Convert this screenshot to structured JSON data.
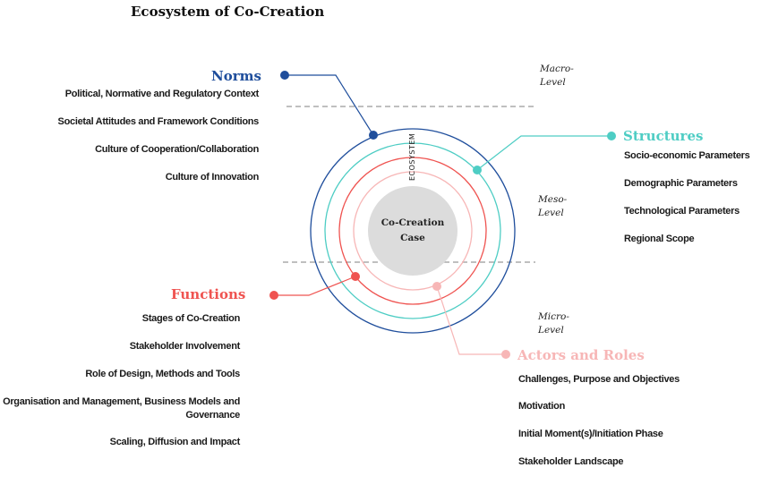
{
  "title": "Ecosystem of Co-Creation",
  "center": {
    "line1": "Co-Creation",
    "line2": "Case"
  },
  "ring_label": "ECOSYSTEM",
  "levels": {
    "macro": {
      "line1": "Macro-",
      "line2": "Level"
    },
    "meso": {
      "line1": "Meso-",
      "line2": "Level"
    },
    "micro": {
      "line1": "Micro-",
      "line2": "Level"
    }
  },
  "colors": {
    "norms": "#1f4e9c",
    "structures": "#4ecdc4",
    "functions": "#ef5350",
    "actors": "#f7b6b6",
    "case_fill": "#dcdcdc",
    "divider": "#999999"
  },
  "categories": {
    "norms": {
      "heading": "Norms",
      "items": [
        "Political, Normative and Regulatory Context",
        "Societal Attitudes and Framework Conditions",
        "Culture of Cooperation/Collaboration",
        "Culture of Innovation"
      ]
    },
    "structures": {
      "heading": "Structures",
      "items": [
        "Socio-economic Parameters",
        "Demographic Parameters",
        "Technological Parameters",
        "Regional Scope"
      ]
    },
    "functions": {
      "heading": "Functions",
      "items": [
        "Stages of Co-Creation",
        "Stakeholder Involvement",
        "Role of Design, Methods and Tools",
        "Organisation and Management, Business Models and",
        "Governance",
        "Scaling, Diffusion and Impact"
      ]
    },
    "actors": {
      "heading": "Actors and Roles",
      "items": [
        "Challenges, Purpose and Objectives",
        "Motivation",
        "Initial Moment(s)/Initiation Phase",
        "Stakeholder Landscape"
      ]
    }
  }
}
